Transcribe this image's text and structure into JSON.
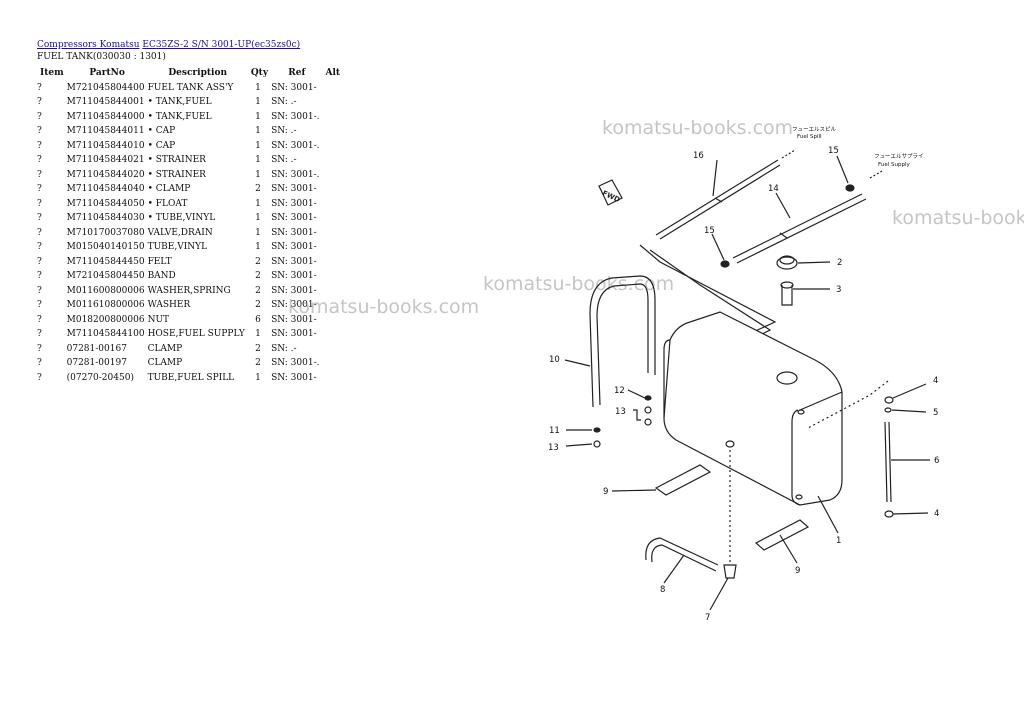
{
  "breadcrumb": {
    "link1": "Compressors Komatsu",
    "link2": "EC35ZS-2 S/N 3001-UP(ec35zs0c)"
  },
  "subtitle": "FUEL TANK(030030 : 1301)",
  "table": {
    "headers": [
      "Item",
      "PartNo",
      "Description",
      "Qty",
      "Ref",
      "Alt"
    ],
    "rows": [
      [
        "?",
        "M721045804400",
        "FUEL TANK ASS'Y",
        "1",
        "SN: 3001-",
        ""
      ],
      [
        "?",
        "M711045844001",
        "• TANK,FUEL",
        "1",
        "SN: .-",
        ""
      ],
      [
        "?",
        "M711045844000",
        "• TANK,FUEL",
        "1",
        "SN: 3001-.",
        ""
      ],
      [
        "?",
        "M711045844011",
        "• CAP",
        "1",
        "SN: .-",
        ""
      ],
      [
        "?",
        "M711045844010",
        "• CAP",
        "1",
        "SN: 3001-.",
        ""
      ],
      [
        "?",
        "M711045844021",
        "• STRAINER",
        "1",
        "SN: .-",
        ""
      ],
      [
        "?",
        "M711045844020",
        "• STRAINER",
        "1",
        "SN: 3001-.",
        ""
      ],
      [
        "?",
        "M711045844040",
        "• CLAMP",
        "2",
        "SN: 3001-",
        ""
      ],
      [
        "?",
        "M711045844050",
        "• FLOAT",
        "1",
        "SN: 3001-",
        ""
      ],
      [
        "?",
        "M711045844030",
        "• TUBE,VINYL",
        "1",
        "SN: 3001-",
        ""
      ],
      [
        "?",
        "M710170037080",
        "VALVE,DRAIN",
        "1",
        "SN: 3001-",
        ""
      ],
      [
        "?",
        "M015040140150",
        "TUBE,VINYL",
        "1",
        "SN: 3001-",
        ""
      ],
      [
        "?",
        "M711045844450",
        "FELT",
        "2",
        "SN: 3001-",
        ""
      ],
      [
        "?",
        "M721045804450",
        "BAND",
        "2",
        "SN: 3001-",
        ""
      ],
      [
        "?",
        "M011600800006",
        "WASHER,SPRING",
        "2",
        "SN: 3001-",
        ""
      ],
      [
        "?",
        "M011610800006",
        "WASHER",
        "2",
        "SN: 3001-",
        ""
      ],
      [
        "?",
        "M018200800006",
        "NUT",
        "6",
        "SN: 3001-",
        ""
      ],
      [
        "?",
        "M711045844100",
        "HOSE,FUEL SUPPLY",
        "1",
        "SN: 3001-",
        ""
      ],
      [
        "?",
        "07281-00167",
        "CLAMP",
        "2",
        "SN: .-",
        ""
      ],
      [
        "?",
        "07281-00197",
        "CLAMP",
        "2",
        "SN: 3001-.",
        ""
      ],
      [
        "?",
        "(07270-20450)",
        "TUBE,FUEL SPILL",
        "1",
        "SN: 3001-",
        ""
      ]
    ]
  },
  "diagram": {
    "callouts": [
      "1",
      "2",
      "3",
      "4",
      "4",
      "5",
      "6",
      "7",
      "8",
      "9",
      "9",
      "10",
      "11",
      "12",
      "13",
      "13",
      "14",
      "15",
      "15",
      "16"
    ],
    "label_fuel_spill_jp": "フューエルスピル",
    "label_fuel_spill": "Fuel Spill",
    "label_fuel_supply_jp": "フューエルサプライ",
    "label_fuel_supply": "Fuel Supply",
    "fwd_label": "FWD"
  },
  "watermarks": [
    "komatsu-books.com",
    "komatsu-books.com",
    "komatsu-books.com",
    "komatsu-books.com"
  ]
}
